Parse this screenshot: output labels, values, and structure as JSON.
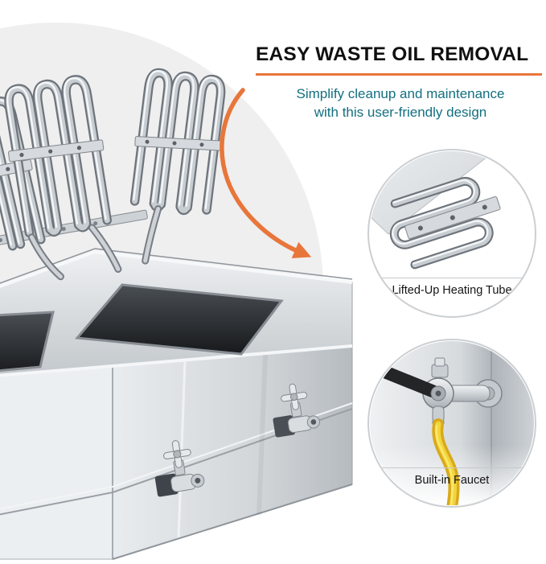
{
  "header": {
    "title": "EASY WASTE OIL REMOVAL",
    "subtitle_line1": "Simplify cleanup and maintenance",
    "subtitle_line2": "with this user-friendly design"
  },
  "callouts": {
    "heating_tube": {
      "label": "Lifted-Up Heating Tube"
    },
    "faucet": {
      "label": "Built-in Faucet"
    }
  },
  "colors": {
    "accent_orange": "#E8763B",
    "subtitle_teal": "#136F80",
    "title_text": "#101010",
    "callout_border": "#CCCFD2",
    "background_circle": "#EFEFEF",
    "oil_yellow": "#E9C227",
    "stainless_light": "#ECEFF1",
    "tank_dark": "#17191C"
  }
}
